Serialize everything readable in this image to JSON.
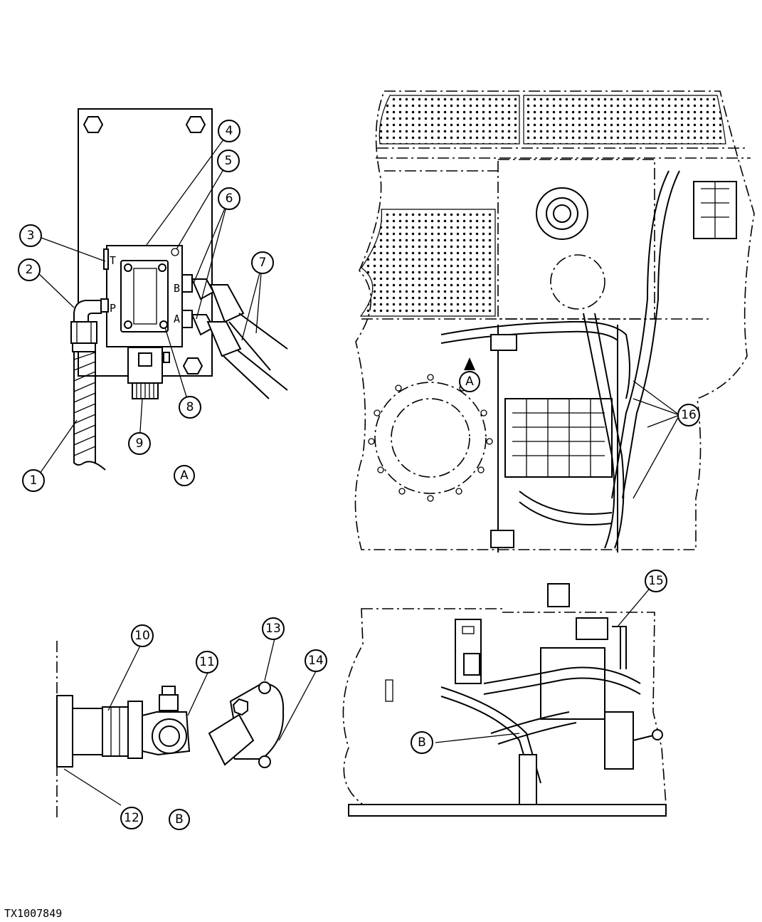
{
  "figure_id": "TX1007849",
  "callouts": [
    "1",
    "2",
    "3",
    "4",
    "5",
    "6",
    "7",
    "8",
    "9",
    "10",
    "11",
    "12",
    "13",
    "14",
    "15",
    "16"
  ],
  "view_labels": {
    "a": "A",
    "b": "B"
  },
  "port_labels": {
    "t": "T",
    "p": "P",
    "b": "B",
    "a": "A"
  }
}
